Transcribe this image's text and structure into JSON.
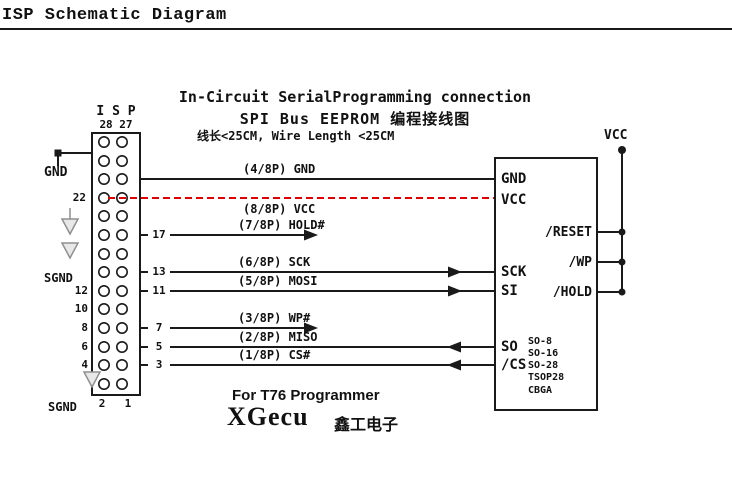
{
  "colors": {
    "line": "#1a1a1a",
    "vcc_wire": "#e00000",
    "pin_red": "#cf1f1f",
    "pin_blue": "#2e7fb5",
    "ground_fill": "#e8e8e8",
    "ground_stroke": "#8f8f8f"
  },
  "page": {
    "title": "ISP Schematic Diagram"
  },
  "heading": {
    "title": "In-Circuit SerialProgramming connection",
    "subtitle": "SPI Bus EEPROM 编程接线图",
    "note": "线长<25CM, Wire Length <25CM"
  },
  "connector": {
    "label": "I S P",
    "top_pins": "28 27",
    "bottom_pins": "2  1",
    "gnd": "GND",
    "pin22": "22",
    "sgnd_mid": "SGND",
    "left_pin_numbers": [
      "12",
      "10",
      "8",
      "6",
      "4"
    ],
    "sgnd_bottom": "SGND"
  },
  "wires": [
    {
      "num": "",
      "label": "(4/8P) GND"
    },
    {
      "num": "",
      "label": "(8/8P) VCC"
    },
    {
      "num": "17",
      "label": "(7/8P) HOLD#"
    },
    {
      "num": "13",
      "label": "(6/8P) SCK"
    },
    {
      "num": "11",
      "label": "(5/8P) MOSI"
    },
    {
      "num": "7",
      "label": "(3/8P) WP#"
    },
    {
      "num": "5",
      "label": "(2/8P) MISO"
    },
    {
      "num": "3",
      "label": "(1/8P) CS#"
    }
  ],
  "chip": {
    "pins_left": [
      "GND",
      "VCC",
      "SCK",
      "SI",
      "SO",
      "/CS"
    ],
    "pins_right": [
      "/RESET",
      "/WP",
      "/HOLD"
    ],
    "packages": [
      "SO-8",
      "SO-16",
      "SO-28",
      "TSOP28",
      "CBGA"
    ],
    "vcc": "VCC"
  },
  "footer": {
    "line1": "For T76 Programmer",
    "logo": "XGecu",
    "logo_cn": "鑫工电子"
  }
}
